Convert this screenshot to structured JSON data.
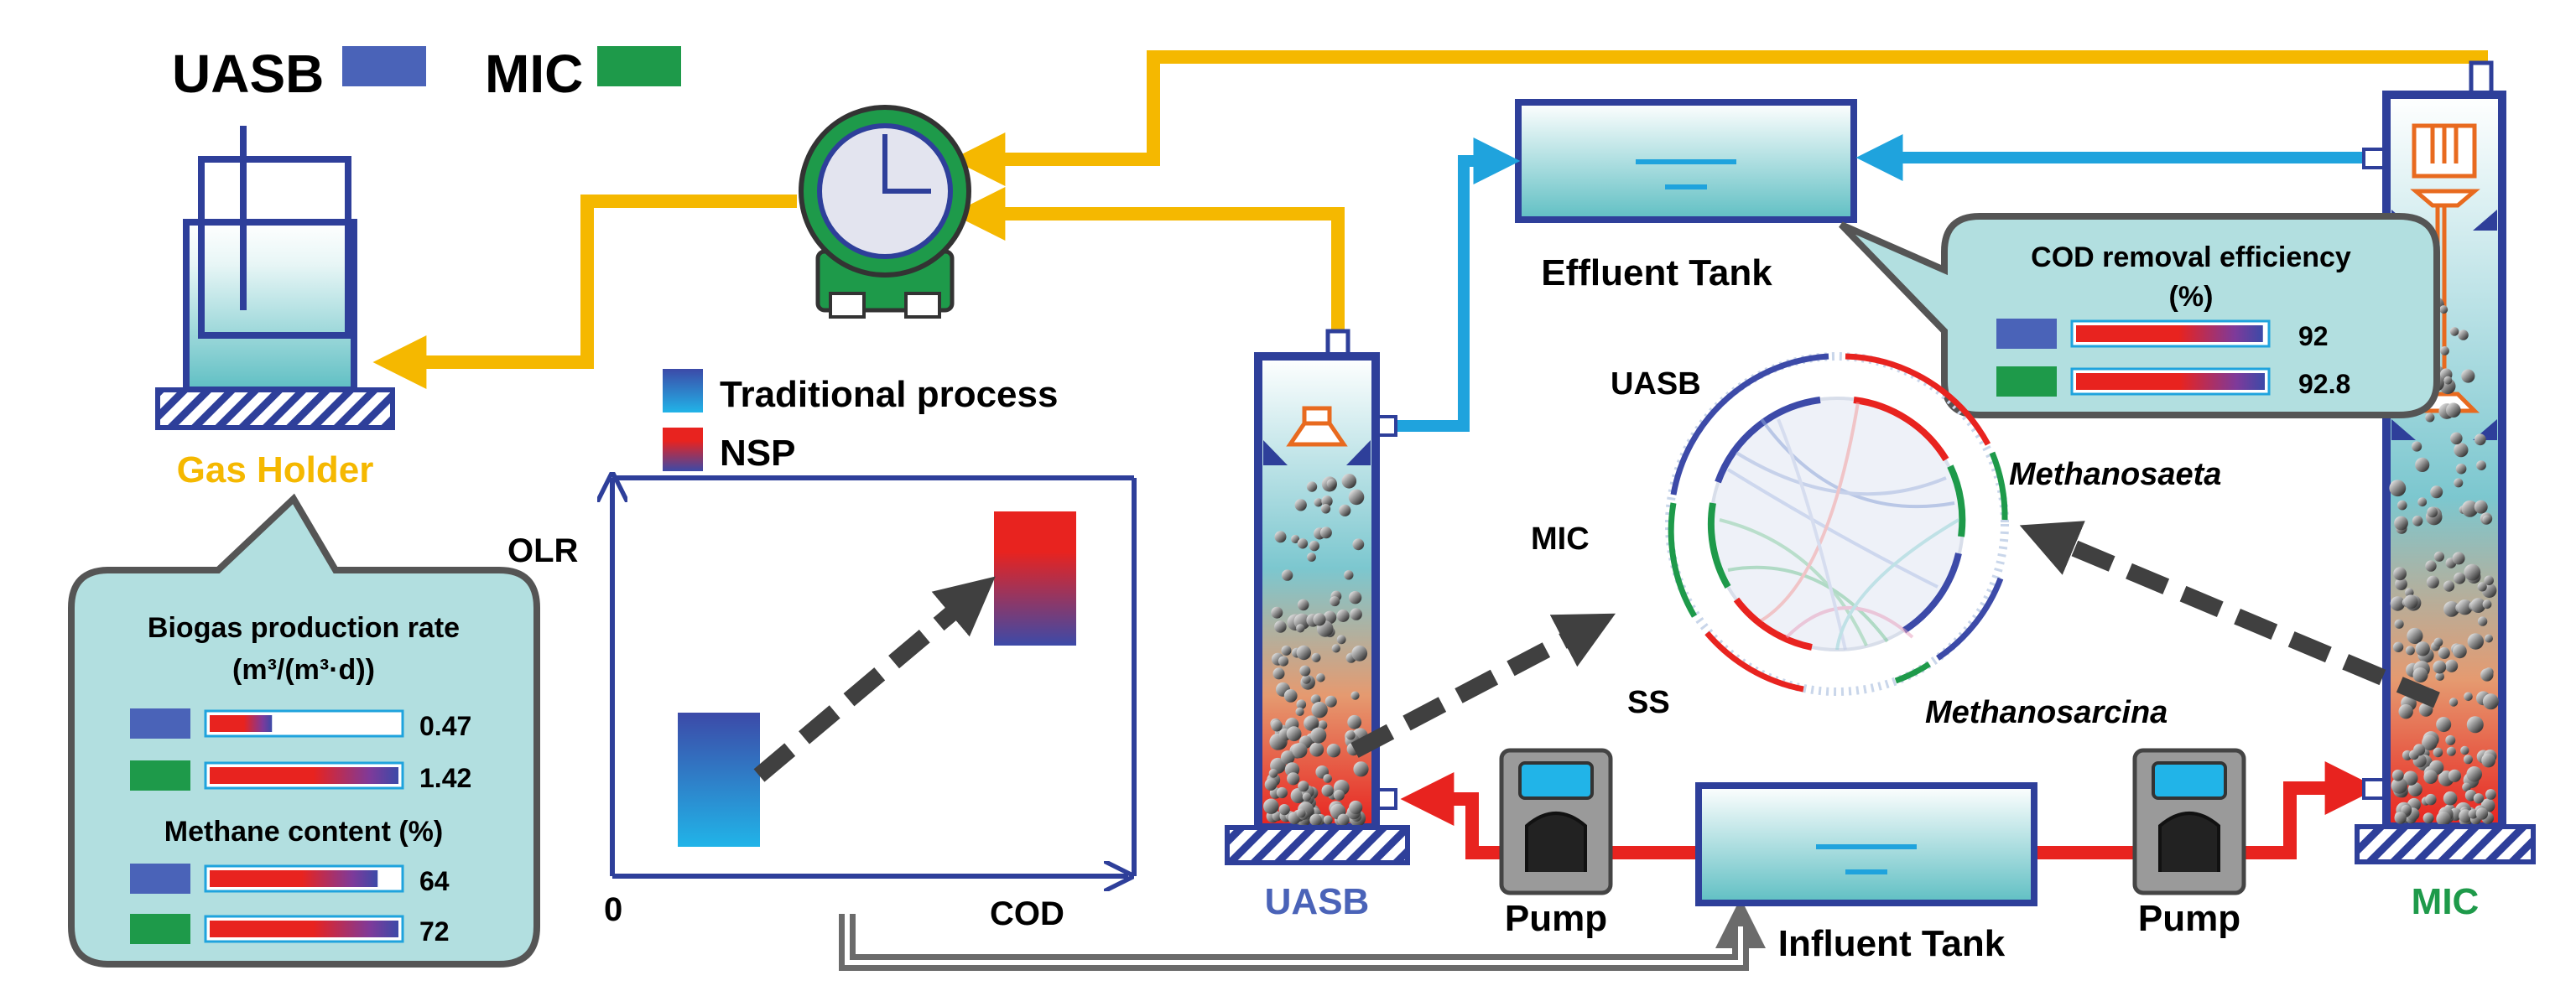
{
  "legend": {
    "uasb_label": "UASB",
    "mic_label": "MIC",
    "uasb_color": "#4a63b8",
    "mic_color": "#1e9a4a"
  },
  "equipment": {
    "gas_holder": "Gas Holder",
    "effluent_tank": "Effluent Tank",
    "influent_tank": "Influent Tank",
    "pump_left": "Pump",
    "pump_right": "Pump",
    "reactor_uasb": "UASB",
    "reactor_mic": "MIC"
  },
  "biogas_panel": {
    "title_line1": "Biogas production rate",
    "title_line2": "(m³/(m³·d))",
    "bars": [
      {
        "reactor": "UASB",
        "value": "0.47",
        "fraction": 0.33
      },
      {
        "reactor": "MIC",
        "value": "1.42",
        "fraction": 1.0
      }
    ],
    "methane_title": "Methane content (%)",
    "methane_bars": [
      {
        "reactor": "UASB",
        "value": "64",
        "fraction": 0.89
      },
      {
        "reactor": "MIC",
        "value": "72",
        "fraction": 1.0
      }
    ]
  },
  "cod_panel": {
    "title_line1": "COD removal efficiency",
    "title_line2": "(%)",
    "bars": [
      {
        "reactor": "UASB",
        "value": "92",
        "fraction": 0.99
      },
      {
        "reactor": "MIC",
        "value": "92.8",
        "fraction": 1.0
      }
    ]
  },
  "process_chart": {
    "legend_traditional": "Traditional process",
    "legend_nsp": "NSP",
    "y_label": "OLR",
    "x_label": "COD",
    "origin_label": "0"
  },
  "chord": {
    "labels": [
      "UASB",
      "MIC",
      "SS"
    ],
    "taxa": [
      "Methanosaeta",
      "Methanosarcina"
    ]
  },
  "colors": {
    "gas_line": "#f5b800",
    "effluent_line": "#1fa3dd",
    "influent_line": "#e8231f",
    "vessel_border": "#2e3f9a",
    "callout_fill": "#b2dfe0",
    "callout_border": "#555555"
  }
}
